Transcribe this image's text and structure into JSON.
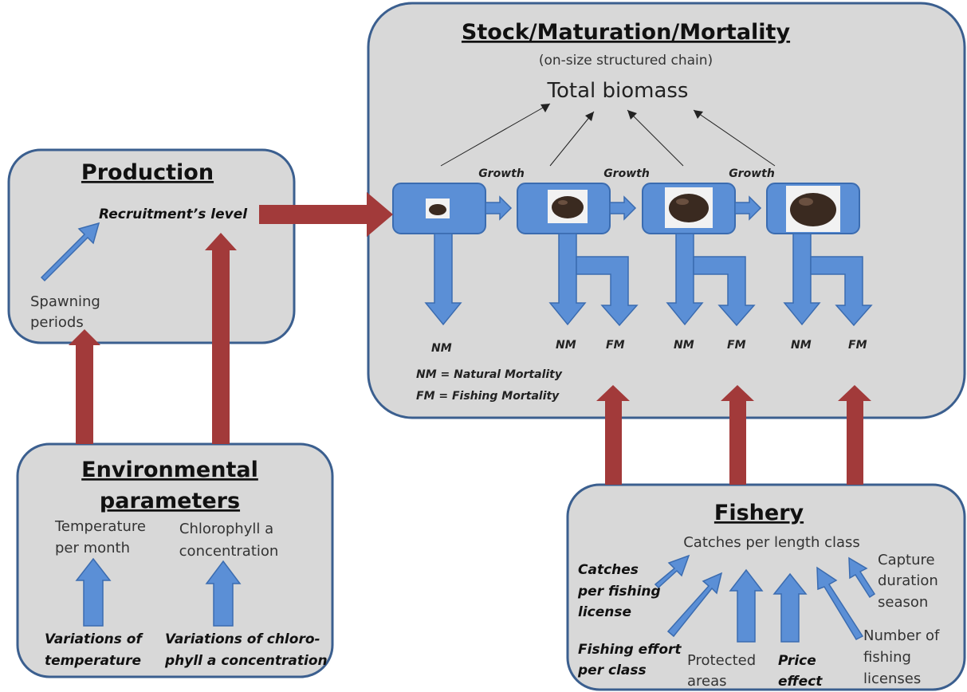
{
  "stock": {
    "title": "Stock/Maturation/Mortality",
    "subtitle": "(on-size structured chain)",
    "total": "Total biomass",
    "growth": [
      "Growth",
      "Growth",
      "Growth"
    ],
    "nm": "NM",
    "fm": "FM",
    "legend_nm": "NM = Natural Mortality",
    "legend_fm": "FM = Fishing Mortality"
  },
  "production": {
    "title": "Production",
    "recruitment": "Recruitment’s level",
    "spawning": [
      "Spawning",
      "periods"
    ]
  },
  "environment": {
    "title": [
      "Environmental",
      "parameters"
    ],
    "temperature": [
      "Temperature",
      "per month"
    ],
    "chlorophyll": [
      "Chlorophyll a",
      "concentration"
    ],
    "var_temp": [
      "Variations of",
      "temperature"
    ],
    "var_chl": [
      "Variations of chloro-",
      "phyll a concentration"
    ]
  },
  "fishery": {
    "title": "Fishery",
    "catches": "Catches per length class",
    "catches_license": [
      "Catches",
      "per fishing",
      "license"
    ],
    "effort": [
      "Fishing effort",
      "per class"
    ],
    "protected": [
      "Protected",
      "areas"
    ],
    "price": [
      "Price",
      "effect"
    ],
    "licenses": [
      "Number of",
      "fishing",
      "licenses"
    ],
    "capture": [
      "Capture",
      "duration",
      "season"
    ]
  }
}
